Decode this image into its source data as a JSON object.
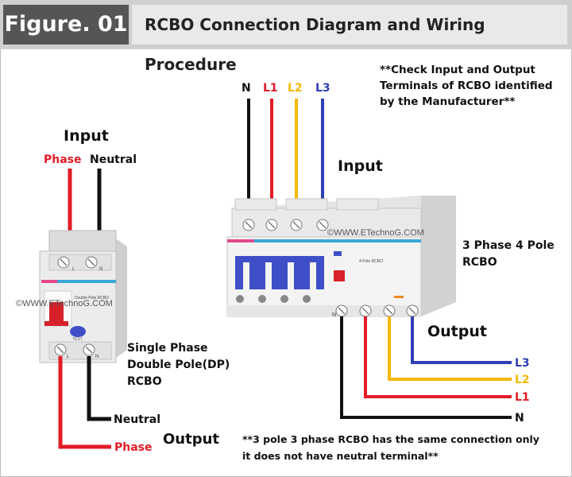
{
  "header": {
    "figure_label": "Figure. 01",
    "title": "RCBO Connection Diagram and Wiring Procedure"
  },
  "note_top": {
    "line1": "**Check Input and Output",
    "line2": "Terminals of RCBO identified",
    "line3": "by the Manufacturer**"
  },
  "single_phase": {
    "input_label": "Input",
    "phase_in": "Phase",
    "neutral_in": "Neutral",
    "device_name": "Double Pole RCBO",
    "test_label": "TEST",
    "watermark": "©WWW.ETechnoG.COM",
    "caption1": "Single Phase",
    "caption2": "Double Pole(DP)",
    "caption3": "RCBO",
    "neutral_out": "Neutral",
    "phase_out": "Phase",
    "output_label": "Output",
    "term_l": "L",
    "term_n": "N"
  },
  "three_phase": {
    "input_label": "Input",
    "in_labels": [
      "N",
      "L1",
      "L2",
      "L3"
    ],
    "watermark": "©WWW.ETechnoG.COM",
    "device_name": "4 Pole RCBO",
    "caption1": "3 Phase 4 Pole",
    "caption2": "RCBO",
    "output_label": "Output",
    "out_labels": [
      "L3",
      "L2",
      "L1",
      "N"
    ],
    "term_n": "N"
  },
  "note_bottom": {
    "line1": "**3 pole 3 phase RCBO has the same connection only",
    "line2": "it does not have neutral terminal**"
  },
  "colors": {
    "phase_red": "#e21b25",
    "neutral_black": "#111111",
    "l2_yellow": "#f5b800",
    "l3_blue": "#2f3fb5",
    "device_blue": "#3e4fc7",
    "header_dark": "#555555"
  }
}
